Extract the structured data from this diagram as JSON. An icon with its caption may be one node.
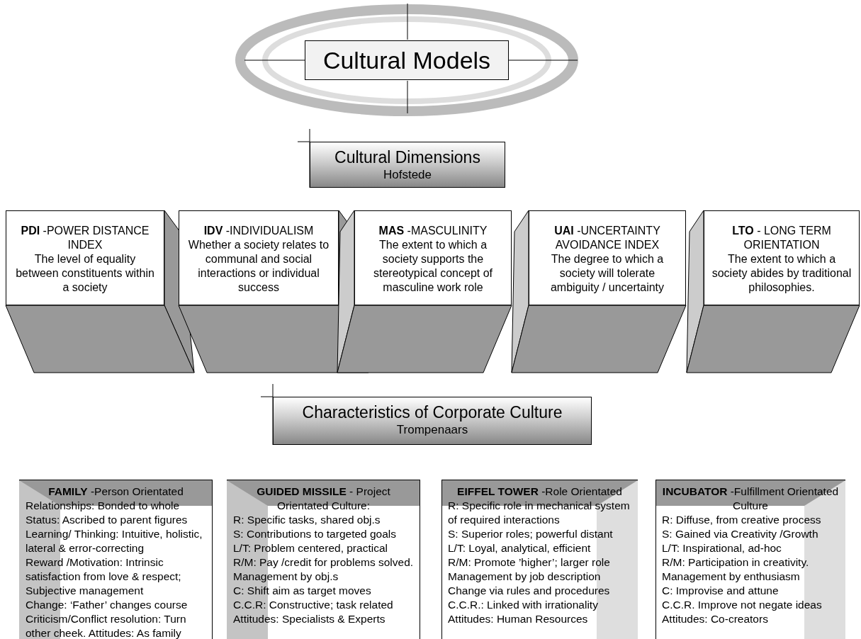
{
  "diagram": {
    "nodes": [
      {
        "text": [
          "Cultural Models"
        ]
      },
      {
        "text": [
          "Cultural Dimensions",
          "Hofstede"
        ]
      },
      {
        "text": [
          "**PDI** -POWER DISTANCE INDEX",
          "The level of equality between constituents within a society"
        ]
      },
      {
        "text": [
          "**IDV** -INDIVIDUALISM",
          "Whether a society relates to communal and social interactions or individual success"
        ]
      },
      {
        "text": [
          "**MAS** -MASCULINITY",
          "The extent to which a society supports the stereotypical concept of masculine work role"
        ]
      },
      {
        "text": [
          "**UAI** -UNCERTAINTY AVOIDANCE INDEX",
          "The degree to which a society will tolerate ambiguity / uncertainty"
        ]
      },
      {
        "text": [
          "**LTO** - LONG TERM ORIENTATION",
          "The extent to which a society abides by traditional philosophies."
        ]
      },
      {
        "text": [
          "Characteristics of Corporate Culture",
          "Trompenaars"
        ]
      },
      {
        "text": [
          "**FAMILY** -Person Orientated",
          "Relationships: Bonded to whole",
          "Status: Ascribed to parent figures",
          "Learning/ Thinking: Intuitive, holistic, lateral & error-correcting",
          "Reward /Motivation: Intrinsic satisfaction from love & respect; Subjective management",
          "Change: ‘Father’ changes course",
          "Criticism/Conflict resolution: Turn other cheek. Attitudes: As family"
        ]
      },
      {
        "text": [
          "**GUIDED MISSILE** - Project Orientated Culture:",
          "R: Specific tasks, shared obj.s",
          "S: Contributions to targeted goals",
          "L/T: Problem centered, practical",
          "R/M: Pay /credit for problems solved. Management by obj.s",
          "C: Shift aim as target moves",
          "C.C.R: Constructive; task related",
          "Attitudes: Specialists & Experts"
        ]
      },
      {
        "text": [
          "**EIFFEL TOWER** -Role Orientated",
          "R: Specific role in mechanical system of required interactions",
          "S: Superior roles; powerful distant",
          "L/T: Loyal, analytical, efficient",
          "R/M: Promote ’higher’; larger role",
          "Management by job description",
          "Change via rules and procedures",
          "C.C.R.: Linked with irrationality",
          "Attitudes: Human Resources"
        ]
      },
      {
        "text": [
          "**INCUBATOR** -Fulfillment Orientated Culture",
          "R: Diffuse, from creative process",
          "S: Gained via Creativity /Growth",
          "L/T: Inspirational, ad-hoc",
          "R/M: Participation in creativity.",
          "Management by enthusiasm",
          "C: Improvise and attune",
          "C.C.R. Improve not negate ideas",
          "Attitudes: Co-creators"
        ]
      }
    ]
  }
}
